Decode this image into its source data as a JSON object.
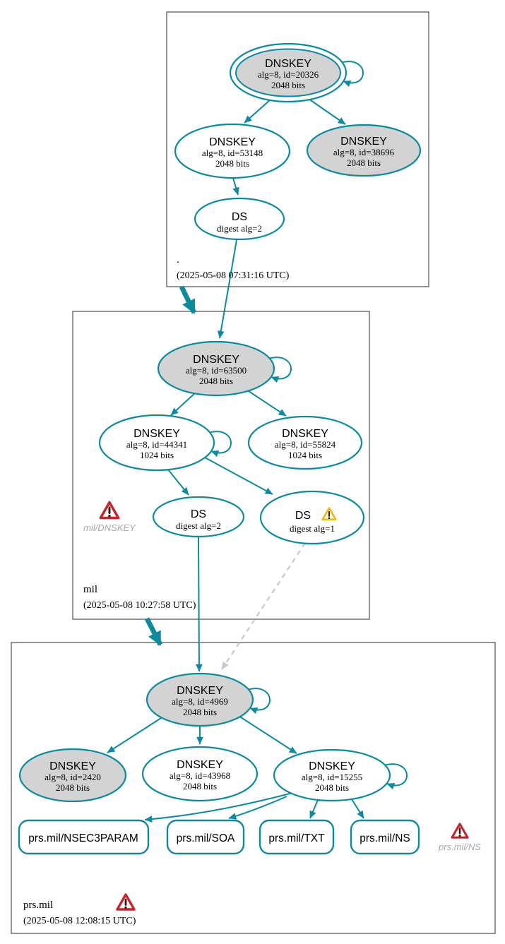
{
  "colors": {
    "edge_teal": "#0d8a9d",
    "key_fill_gray": "#d3d3d3",
    "warning_red": "#c3272e",
    "warning_yellow": "#edb91f",
    "dashed_gray": "#c9c9c9",
    "muted_label_gray": "#a9a9a9",
    "box_border": "#4d4d4d"
  },
  "zones": [
    {
      "name": ".",
      "timestamp": "(2025-05-08 07:31:16 UTC)",
      "keys": [
        {
          "title": "DNSKEY",
          "detail1": "alg=8, id=20326",
          "detail2": "2048 bits"
        },
        {
          "title": "DNSKEY",
          "detail1": "alg=8, id=53148",
          "detail2": "2048 bits"
        },
        {
          "title": "DNSKEY",
          "detail1": "alg=8, id=38696",
          "detail2": "2048 bits"
        }
      ],
      "ds": [
        {
          "title": "DS",
          "detail1": "digest alg=2"
        }
      ]
    },
    {
      "name": "mil",
      "timestamp": "(2025-05-08 10:27:58 UTC)",
      "keys": [
        {
          "title": "DNSKEY",
          "detail1": "alg=8, id=63500",
          "detail2": "2048 bits"
        },
        {
          "title": "DNSKEY",
          "detail1": "alg=8, id=44341",
          "detail2": "1024 bits"
        },
        {
          "title": "DNSKEY",
          "detail1": "alg=8, id=55824",
          "detail2": "1024 bits"
        }
      ],
      "ds": [
        {
          "title": "DS",
          "detail1": "digest alg=2"
        },
        {
          "title": "DS",
          "detail1": "digest alg=1"
        }
      ],
      "warning": {
        "label": "mil/DNSKEY",
        "icon": "warning-triangle-red"
      }
    },
    {
      "name": "prs.mil",
      "timestamp": "(2025-05-08 12:08:15 UTC)",
      "keys": [
        {
          "title": "DNSKEY",
          "detail1": "alg=8, id=4969",
          "detail2": "2048 bits"
        },
        {
          "title": "DNSKEY",
          "detail1": "alg=8, id=2420",
          "detail2": "2048 bits"
        },
        {
          "title": "DNSKEY",
          "detail1": "alg=8, id=43968",
          "detail2": "2048 bits"
        },
        {
          "title": "DNSKEY",
          "detail1": "alg=8, id=15255",
          "detail2": "2048 bits"
        }
      ],
      "rrsets": [
        {
          "label": "prs.mil/NSEC3PARAM"
        },
        {
          "label": "prs.mil/SOA"
        },
        {
          "label": "prs.mil/TXT"
        },
        {
          "label": "prs.mil/NS"
        }
      ],
      "warning": {
        "label": "prs.mil/NS",
        "icon": "warning-triangle-red"
      },
      "zone_warning_icon": "warning-triangle-red"
    }
  ]
}
